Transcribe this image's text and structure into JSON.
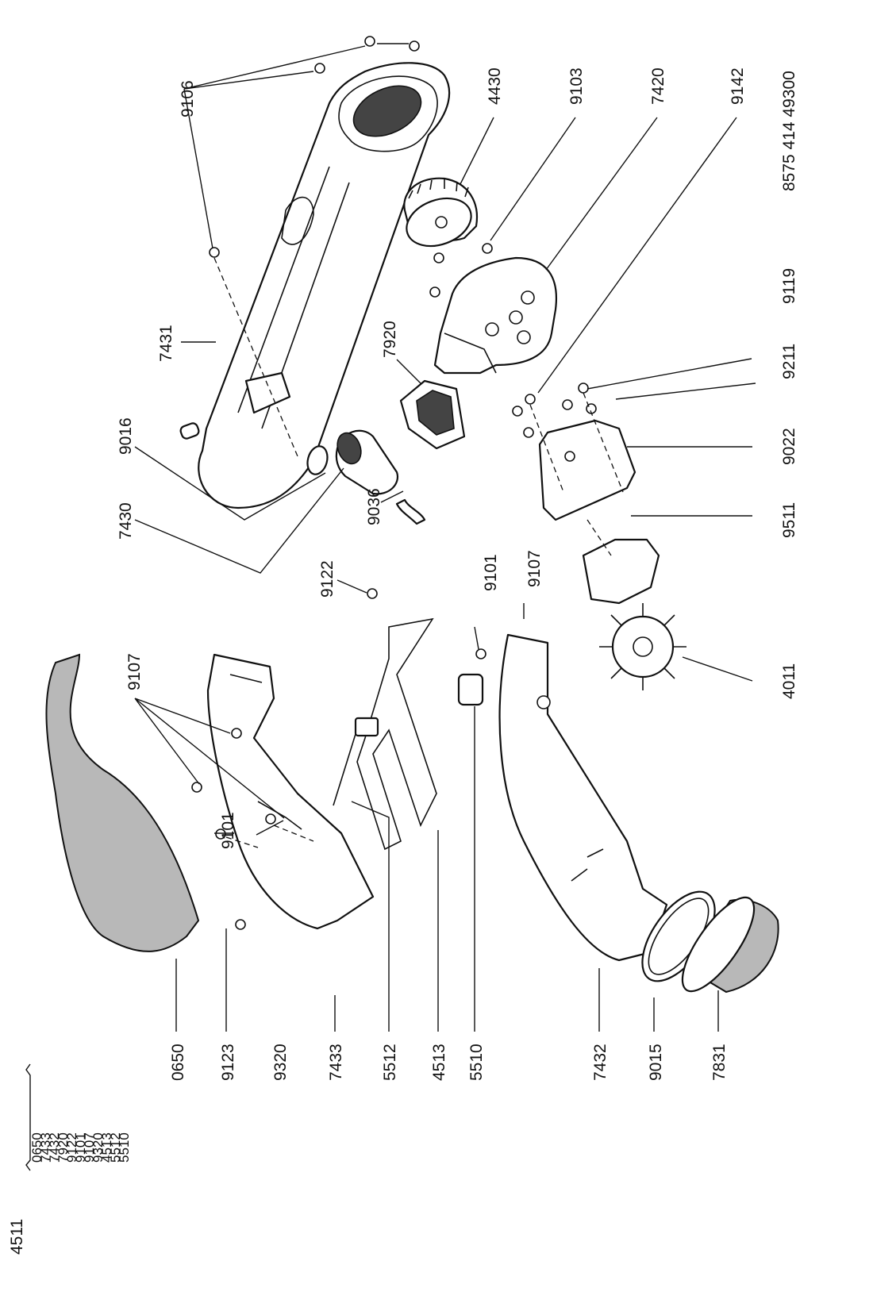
{
  "diagram": {
    "part_number": "8575 414 49300",
    "labels": {
      "l_9106": "9106",
      "l_4430": "4430",
      "l_9103": "9103",
      "l_7420": "7420",
      "l_9142": "9142",
      "l_9119": "9119",
      "l_9211": "9211",
      "l_9022": "9022",
      "l_9511": "9511",
      "l_4011": "4011",
      "l_7431": "7431",
      "l_7920": "7920",
      "l_9016": "9016",
      "l_7430": "7430",
      "l_9036": "9036",
      "l_9122": "9122",
      "l_9101_a": "9101",
      "l_9107_a": "9107",
      "l_9107_b": "9107",
      "l_9101_b": "9101",
      "l_0650": "0650",
      "l_9123": "9123",
      "l_9320": "9320",
      "l_7433": "7433",
      "l_5512": "5512",
      "l_4513": "4513",
      "l_5510": "5510",
      "l_7432": "7432",
      "l_9015": "9015",
      "l_7831": "7831"
    },
    "kit": {
      "code": "4511",
      "items": [
        "0650",
        "7433",
        "7432",
        "7920",
        "9122",
        "9101",
        "9107",
        "9320",
        "4513",
        "5512",
        "5510"
      ]
    }
  }
}
